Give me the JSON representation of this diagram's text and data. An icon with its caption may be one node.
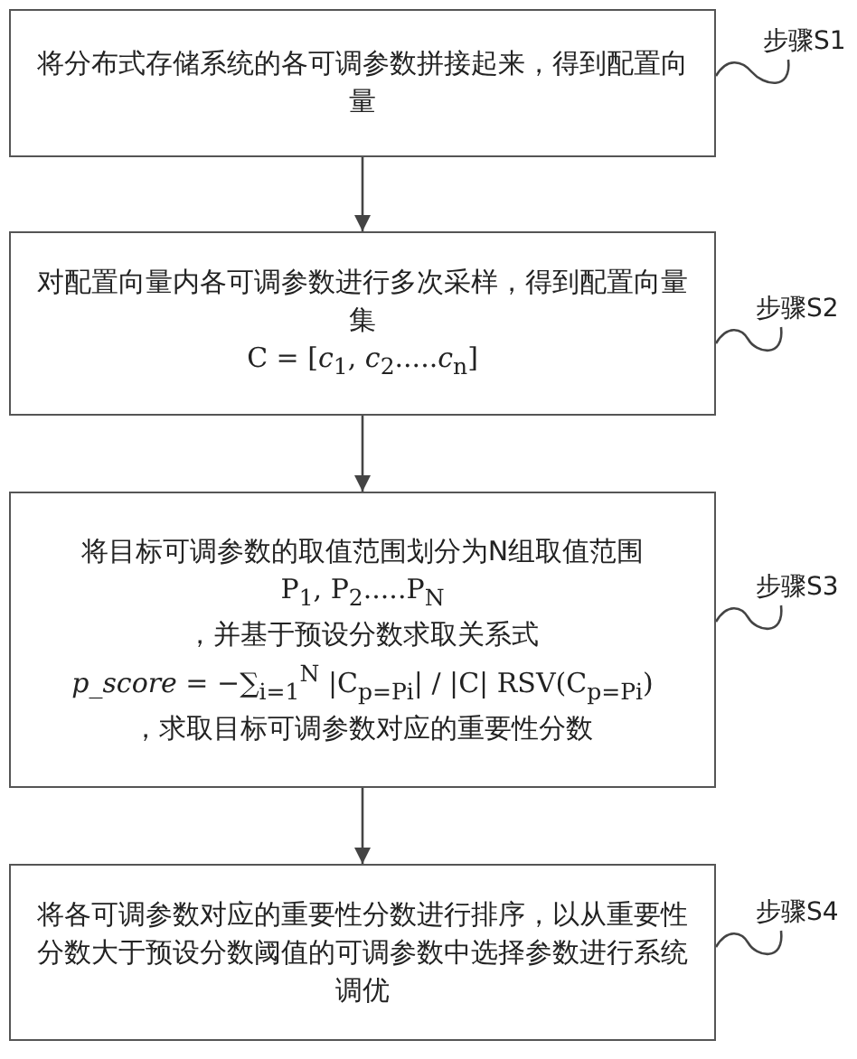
{
  "diagram": {
    "nodes": [
      {
        "text": [
          "将分布式存储系统的各可调参数拼接起来，得到配置向量"
        ]
      },
      {
        "text": [
          "对配置向量内各可调参数进行多次采样，得到配置向量集",
          "C = [*c*$_{1}$, *c*$_{2}$.....*c*$_{n}$]"
        ]
      },
      {
        "text": [
          "将目标可调参数的取值范围划分为N组取值范围",
          "P$_{1}$, P$_{2}$.....P$_{N}$",
          "，并基于预设分数求取关系式",
          "*p_score* = −∑$_{i=1}$$^{N}$ |C$_{p=Pi}$| / |C| RSV(C$_{p=Pi}$)",
          "，求取目标可调参数对应的重要性分数"
        ]
      },
      {
        "text": [
          "将各可调参数对应的重要性分数进行排序，以从重要性分数大于预设分数阈值的可调参数中选择参数进行系统调优"
        ]
      },
      {
        "text": [
          "步骤S1"
        ]
      },
      {
        "text": [
          "步骤S2"
        ]
      },
      {
        "text": [
          "步骤S3"
        ]
      },
      {
        "text": [
          "步骤S4"
        ]
      }
    ],
    "edges": [
      {
        "from": 0,
        "to": 1,
        "arrow": "to"
      },
      {
        "from": 1,
        "to": 2,
        "arrow": "to"
      },
      {
        "from": 2,
        "to": 3,
        "arrow": "to"
      },
      {
        "from": 4,
        "to": 0,
        "arrow": "none"
      },
      {
        "from": 5,
        "to": 1,
        "arrow": "none"
      },
      {
        "from": 6,
        "to": 2,
        "arrow": "none"
      },
      {
        "from": 7,
        "to": 3,
        "arrow": "none"
      }
    ]
  }
}
